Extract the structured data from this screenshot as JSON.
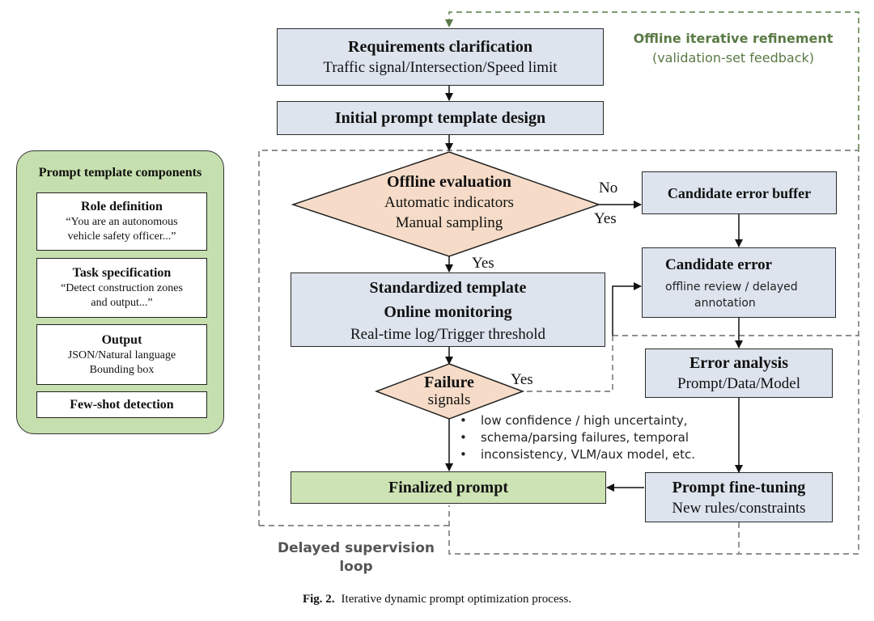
{
  "components_panel": {
    "title": "Prompt template components",
    "items": [
      {
        "title": "Role definition",
        "lines": [
          "“You are an autonomous",
          "vehicle safety officer...”"
        ]
      },
      {
        "title": "Task specification",
        "lines": [
          "“Detect construction zones",
          "and output...”"
        ]
      },
      {
        "title": "Output",
        "lines": [
          "JSON/Natural language",
          "Bounding box"
        ]
      },
      {
        "title": "Few-shot detection",
        "lines": []
      }
    ]
  },
  "nodes": {
    "requirements": {
      "title": "Requirements clarification",
      "sub": "Traffic signal/Intersection/Speed limit"
    },
    "initial_design": {
      "title": "Initial prompt template design"
    },
    "offline_eval": {
      "title": "Offline evaluation",
      "lines": [
        "Automatic indicators",
        "Manual sampling"
      ]
    },
    "candidate_buffer": {
      "title": "Candidate error buffer"
    },
    "candidate_error": {
      "title": "Candidate error",
      "lines": [
        "offline review / delayed",
        "annotation"
      ]
    },
    "standardized": {
      "title1": "Standardized template",
      "title2": "Online monitoring",
      "sub": "Real-time log/Trigger threshold"
    },
    "failure": {
      "title": "Failure",
      "sub": "signals"
    },
    "error_analysis": {
      "title": "Error analysis",
      "sub": "Prompt/Data/Model"
    },
    "finalized": {
      "title": "Finalized prompt"
    },
    "fine_tuning": {
      "title": "Prompt fine-tuning",
      "sub": "New rules/constraints"
    }
  },
  "edge_labels": {
    "eval_no": "No",
    "eval_yes_right": "Yes",
    "eval_yes_down": "Yes",
    "failure_yes": "Yes"
  },
  "failure_signals": [
    "low confidence / high uncertainty,",
    "schema/parsing failures, temporal",
    "inconsistency, VLM/aux model, etc."
  ],
  "loops": {
    "offline_refinement": {
      "line1": "Offline iterative refinement",
      "line2": "(validation-set feedback)",
      "color": "#5a7a45"
    },
    "delayed_supervision": {
      "line1": "Delayed supervision",
      "line2": "loop"
    }
  },
  "caption": {
    "label": "Fig. 2.",
    "text": "Iterative dynamic prompt optimization process."
  },
  "colors": {
    "process_box": "#dde4ee",
    "decision": "#f6dcc8",
    "final_box": "#cde3b4",
    "panel": "#c6dfae",
    "dashed_green": "#5a7a45",
    "dashed_gray": "#555555"
  }
}
